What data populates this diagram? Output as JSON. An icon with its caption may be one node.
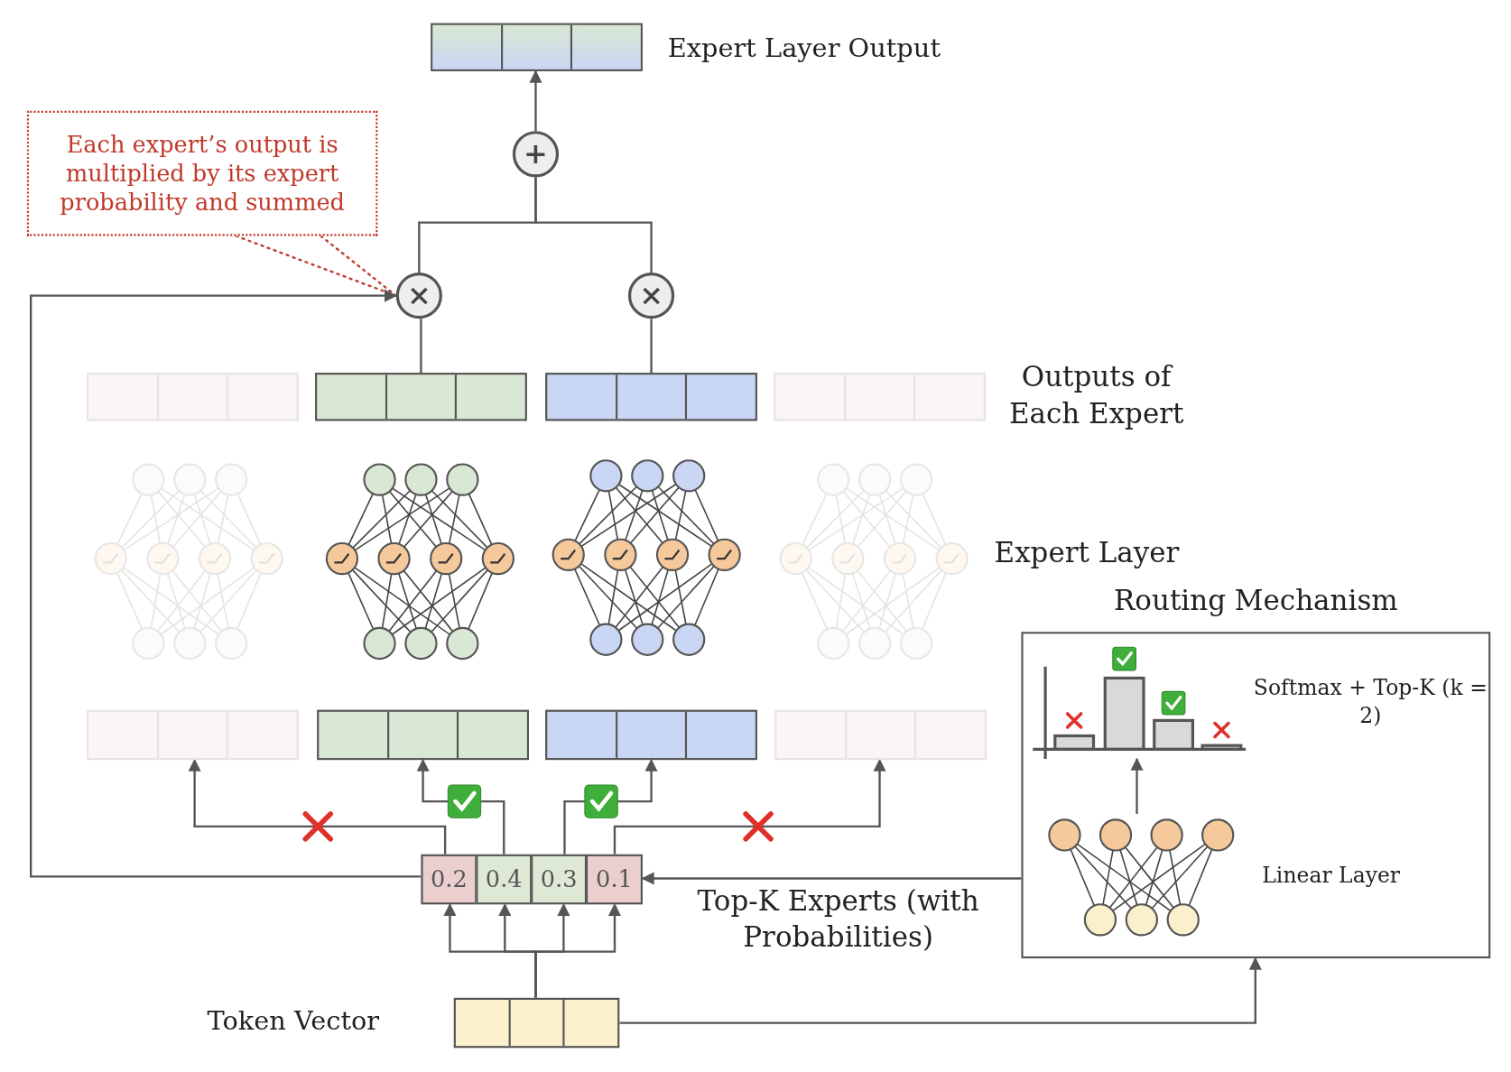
{
  "diagram": {
    "nodes": [
      {
        "text": [],
        "shape": "box",
        "beside": [
          "Expert Layer Output"
        ]
      },
      {
        "text": [
          "Each expert’s output is multiplied by its expert probability and summed"
        ]
      },
      {
        "text": [
          "+"
        ]
      },
      {
        "text": [
          "×"
        ]
      },
      {
        "text": [
          "×"
        ]
      },
      {
        "text": [],
        "shape": "box"
      },
      {
        "text": [],
        "shape": "box"
      },
      {
        "text": [],
        "shape": "box"
      },
      {
        "text": [],
        "shape": "box"
      },
      {
        "text": [],
        "shape": "picture"
      },
      {
        "text": [],
        "shape": "picture"
      },
      {
        "text": [],
        "shape": "picture"
      },
      {
        "text": [],
        "shape": "picture"
      },
      {
        "text": [],
        "shape": "box"
      },
      {
        "text": [],
        "shape": "box"
      },
      {
        "text": [],
        "shape": "box"
      },
      {
        "text": [],
        "shape": "box"
      },
      {
        "text": [
          "Routing Mechanism"
        ]
      },
      {
        "text": [],
        "shape": "picture",
        "in": 17,
        "beside": [
          "Softmax + Top-K (k = 2)"
        ]
      },
      {
        "text": [],
        "shape": "picture",
        "in": 17,
        "beside": [
          "Linear Layer"
        ]
      },
      {
        "text": [
          "0.2"
        ]
      },
      {
        "text": [
          "0.4"
        ]
      },
      {
        "text": [
          "0.3"
        ]
      },
      {
        "text": [
          "0.1"
        ]
      },
      {
        "text": [],
        "shape": "box",
        "beside": [
          "Token Vector"
        ]
      }
    ],
    "edges": [
      {
        "from": 2,
        "to": 0,
        "arrow": "to"
      },
      {
        "from": 3,
        "to": 2,
        "arrow": "none"
      },
      {
        "from": 4,
        "to": 2,
        "arrow": "none"
      },
      {
        "from": 6,
        "to": 3,
        "arrow": "none"
      },
      {
        "from": 7,
        "to": 4,
        "arrow": "none"
      },
      {
        "from": 1,
        "to": 3,
        "arrow": "none",
        "style": "dashed",
        "color": "#c0392b"
      },
      {
        "from": 20,
        "to": 3,
        "arrow": "to"
      },
      {
        "from": 20,
        "to": 13,
        "arrow": "to"
      },
      {
        "from": 21,
        "to": 14,
        "arrow": "to"
      },
      {
        "from": 22,
        "to": 15,
        "arrow": "to"
      },
      {
        "from": 23,
        "to": 16,
        "arrow": "to"
      },
      {
        "from": 19,
        "to": 18,
        "arrow": "to"
      },
      {
        "from": 17,
        "to": 23,
        "arrow": "to"
      },
      {
        "from": 24,
        "to": 20,
        "arrow": "to"
      },
      {
        "from": 24,
        "to": 21,
        "arrow": "to"
      },
      {
        "from": 24,
        "to": 22,
        "arrow": "to"
      },
      {
        "from": 24,
        "to": 23,
        "arrow": "to"
      },
      {
        "from": 24,
        "to": 17,
        "arrow": "to"
      }
    ],
    "labels": [
      "Outputs of Each Expert",
      "Expert Layer",
      "Top-K Experts (with Probabilities)"
    ]
  }
}
